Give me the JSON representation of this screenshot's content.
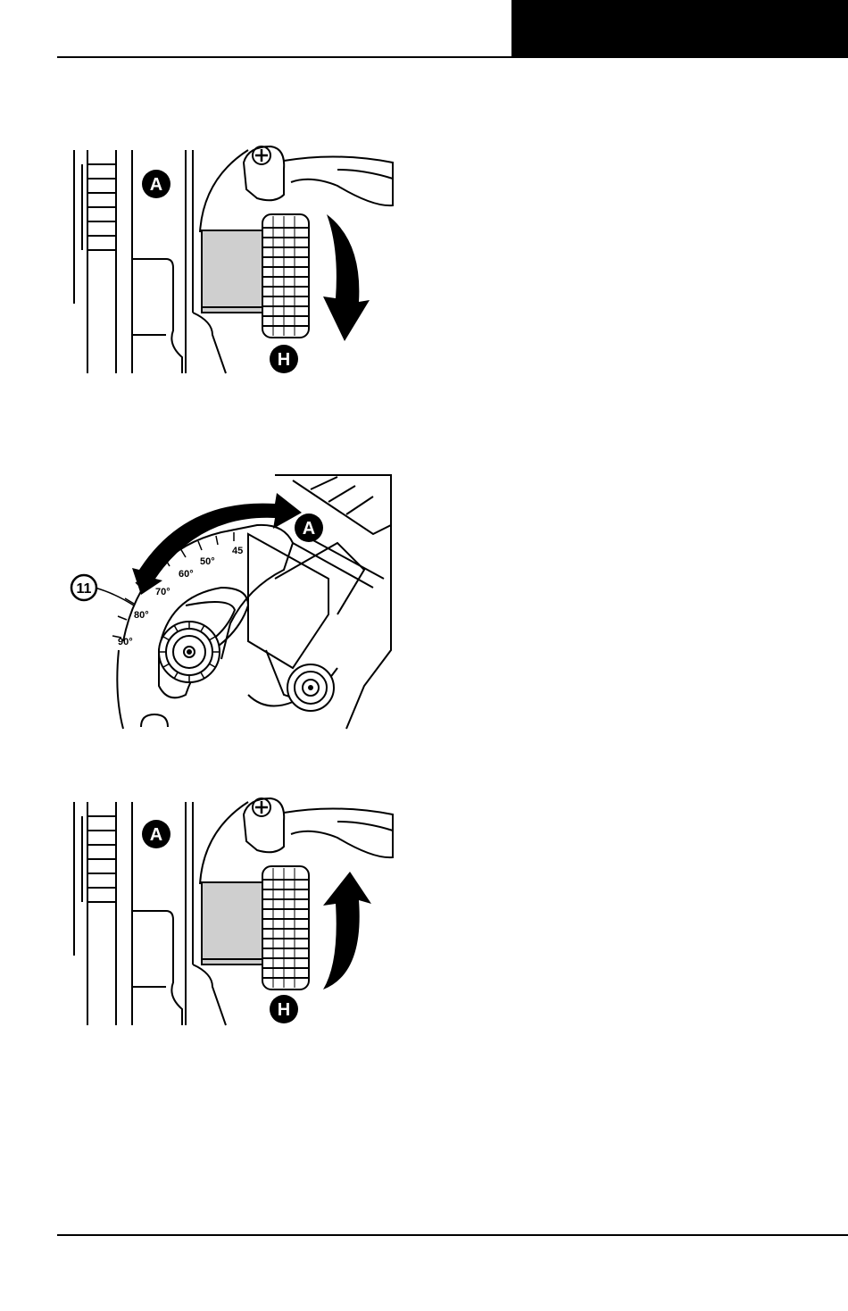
{
  "header": {
    "bar_color": "#000000"
  },
  "figures": [
    {
      "callouts": {
        "a": "A",
        "h": "H"
      },
      "arrow_direction": "down"
    },
    {
      "callouts": {
        "a": "A",
        "ref": "11"
      },
      "scale_labels": [
        "90°",
        "80°",
        "70°",
        "60°",
        "50°",
        "45"
      ],
      "arrow_direction": "rotate"
    },
    {
      "callouts": {
        "a": "A",
        "h": "H"
      },
      "arrow_direction": "up"
    }
  ]
}
